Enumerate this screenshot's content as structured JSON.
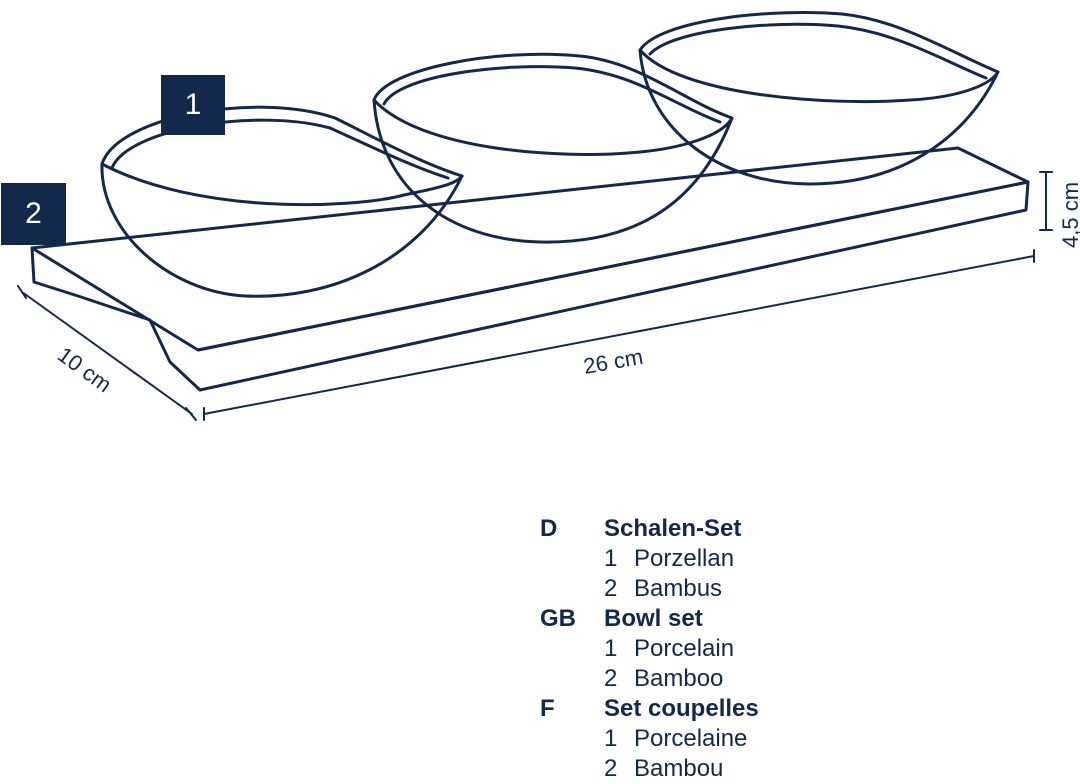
{
  "badges": [
    "1",
    "2"
  ],
  "dimensions": {
    "depth": "10 cm",
    "length": "26 cm",
    "height": "4,5 cm"
  },
  "colors": {
    "ink": "#13294b",
    "background": "#ffffff"
  },
  "legend": [
    {
      "code": "D",
      "title": "Schalen-Set",
      "items": [
        {
          "num": "1",
          "label": "Porzellan"
        },
        {
          "num": "2",
          "label": "Bambus"
        }
      ]
    },
    {
      "code": "GB",
      "title": "Bowl set",
      "items": [
        {
          "num": "1",
          "label": "Porcelain"
        },
        {
          "num": "2",
          "label": "Bamboo"
        }
      ]
    },
    {
      "code": "F",
      "title": "Set coupelles",
      "items": [
        {
          "num": "1",
          "label": "Porcelaine"
        },
        {
          "num": "2",
          "label": "Bambou"
        }
      ]
    }
  ]
}
